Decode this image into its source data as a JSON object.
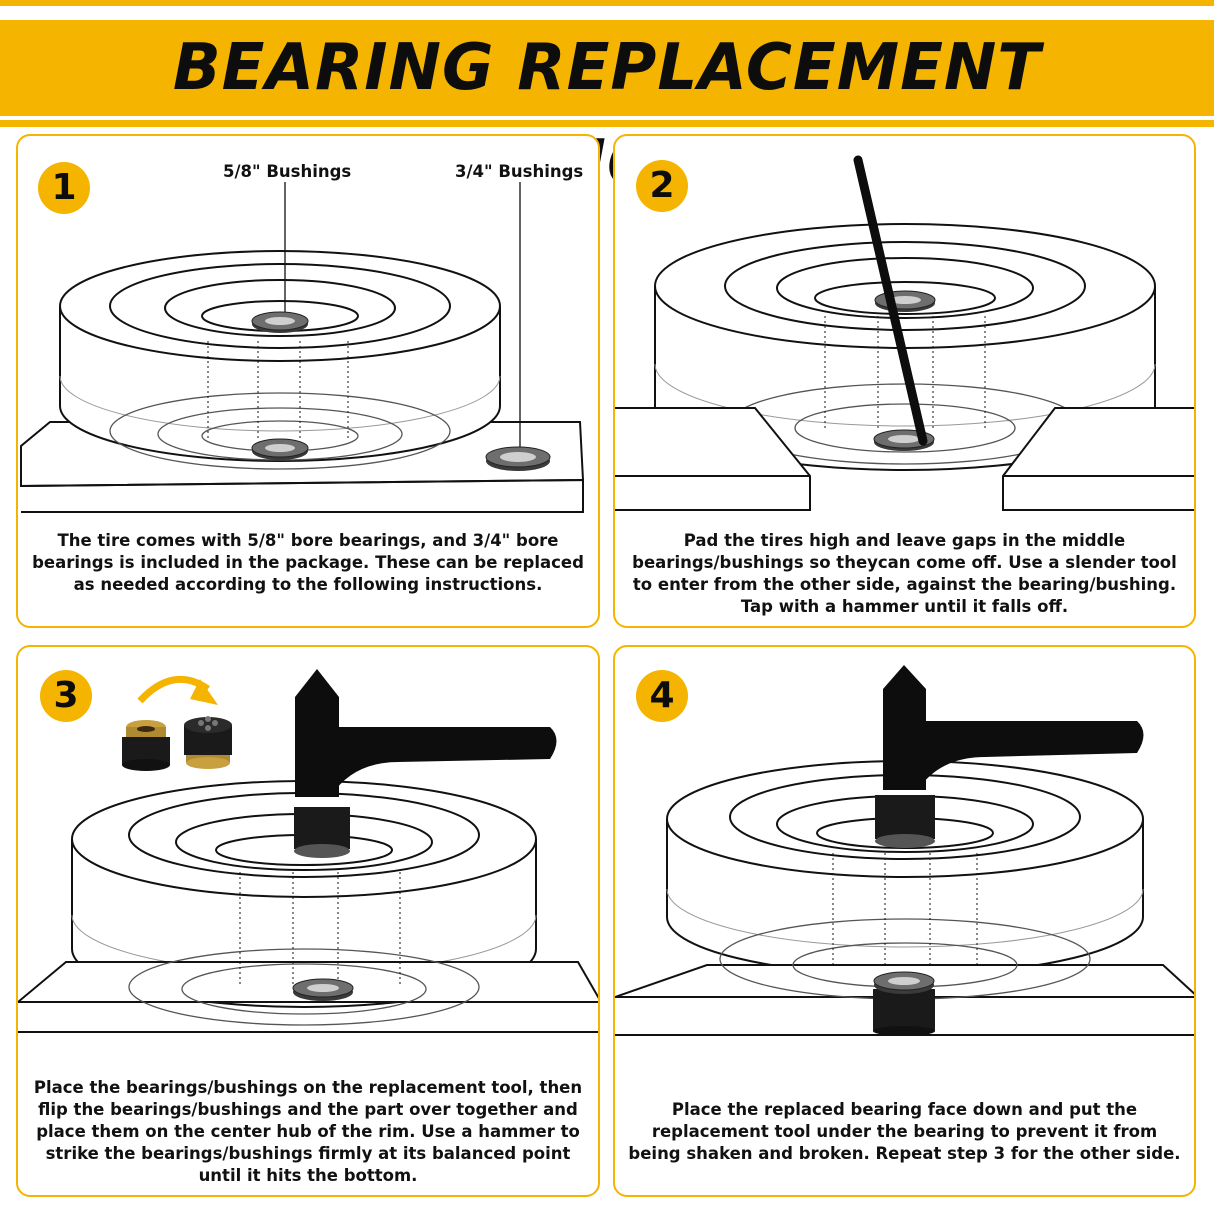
{
  "header": {
    "title": "BEARING REPLACEMENT INSTRUCTIONS"
  },
  "steps": [
    {
      "number": "1",
      "labels": {
        "left": "5/8\" Bushings",
        "right": "3/4\" Bushings"
      },
      "caption": "The tire comes with 5/8\" bore bearings, and 3/4\" bore bearings is included in the package. These can be replaced as needed according to the following instructions."
    },
    {
      "number": "2",
      "caption": "Pad the tires high and leave gaps in the middle bearings/bushings so theycan come off. Use a slender tool to enter from the other side, against the bearing/bushing. Tap with a hammer until it falls off."
    },
    {
      "number": "3",
      "caption": "Place the bearings/bushings on the replacement tool, then flip the bearings/bushings and the part over together and place them on the center hub of the rim. Use a hammer to strike the bearings/bushings firmly at its balanced point until it hits the bottom."
    },
    {
      "number": "4",
      "caption": "Place the replaced bearing face down and put the replacement tool under the bearing to prevent it from being shaken and broken. Repeat step 3 for the other side."
    }
  ],
  "colors": {
    "accent": "#F5B400",
    "ink": "#0d0d0d"
  }
}
